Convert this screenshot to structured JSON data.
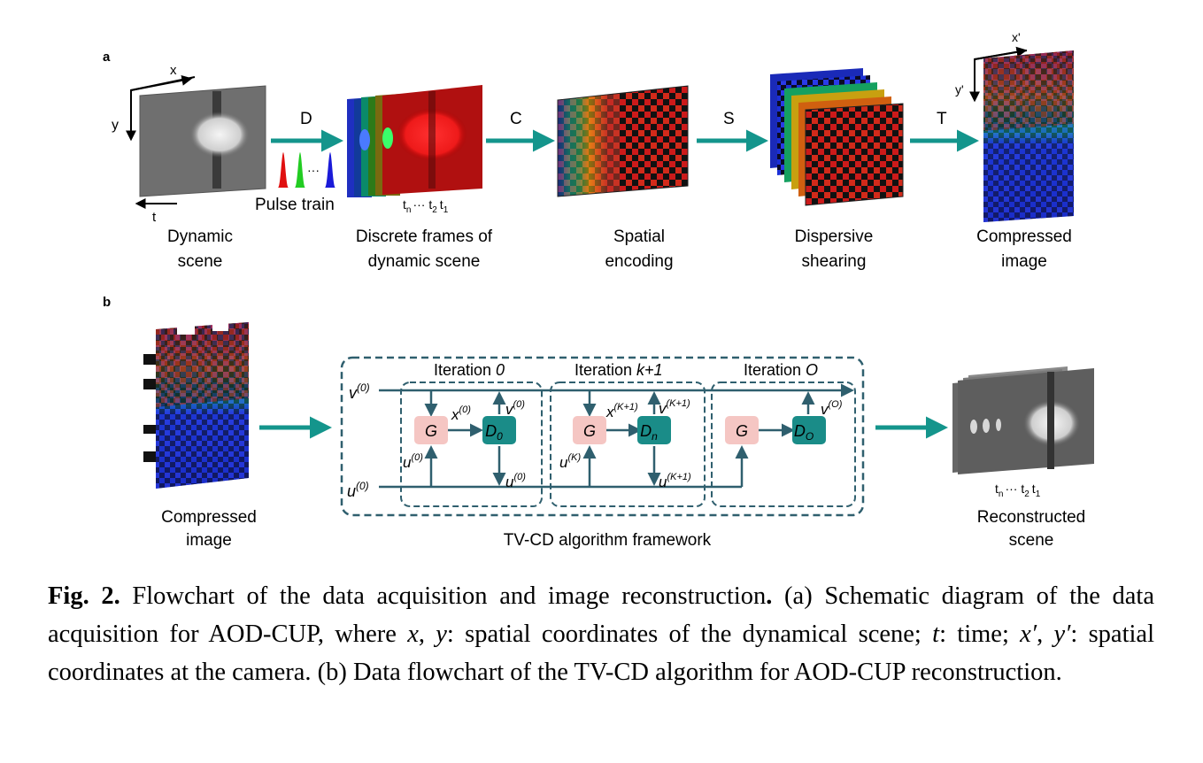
{
  "panel_a": {
    "letter": "a",
    "axes_scene": {
      "x": "x",
      "y": "y",
      "t": "t"
    },
    "axes_camera": {
      "x": "x'",
      "y": "y'"
    },
    "arrows": [
      "D",
      "C",
      "S",
      "T"
    ],
    "pulse_train_label": "Pulse train",
    "ellipsis": "···",
    "time_labels": {
      "tn": "t",
      "tn_sub": "n",
      "dots": "··· ",
      "t2": "t",
      "t2_sub": "2",
      "t1": "t",
      "t1_sub": "1"
    },
    "stages": [
      {
        "line1": "Dynamic",
        "line2": "scene"
      },
      {
        "line1": "Discrete frames of",
        "line2": "dynamic scene"
      },
      {
        "line1": "Spatial",
        "line2": "encoding"
      },
      {
        "line1": "Dispersive",
        "line2": "shearing"
      },
      {
        "line1": "Compressed",
        "line2": "image"
      }
    ]
  },
  "panel_b": {
    "letter": "b",
    "input_label": {
      "line1": "Compressed",
      "line2": "image"
    },
    "output_label": {
      "line1": "Reconstructed",
      "line2": "scene"
    },
    "framework_label": "TV-CD  algorithm framework",
    "iterations": [
      {
        "prefix": "Iteration ",
        "index": "0"
      },
      {
        "prefix": "Iteration ",
        "index": "k+1"
      },
      {
        "prefix": "Iteration ",
        "index": "O"
      }
    ],
    "inputs": {
      "v0": "v",
      "v0_sup": "(0)",
      "u0": "u",
      "u0_sup": "(0)"
    },
    "block_labels": {
      "g": "G",
      "d0": "D",
      "d0_sub": "0",
      "dn": "D",
      "dn_sub": "n",
      "do": "D",
      "do_sub": "O"
    },
    "signals": {
      "x0": "x",
      "x0_sup": "(0)",
      "v0_out": "v",
      "v0_out_sup": "(0)",
      "u0_in": "u",
      "u0_in_sup": "(0)",
      "u0_out": "u",
      "u0_out_sup": "(0)",
      "xk": "x",
      "xk_sup": "(K+1)",
      "vk": "v",
      "vk_sup": "(K+1)",
      "uk_in": "u",
      "uk_in_sup": "(K)",
      "uk_out": "u",
      "uk_out_sup": "(K+1)",
      "vo": "v",
      "vo_sup": "(O)"
    },
    "time_labels": {
      "tn": "t",
      "tn_sub": "n",
      "dots": "··· ",
      "t2": "t",
      "t2_sub": "2",
      "t1": "t",
      "t1_sub": "1"
    }
  },
  "caption": {
    "fig_label": "Fig. 2.",
    "title": " Flowchart of the data acquisition and image reconstruction",
    "title_end": ".",
    "p1": " (a) Schematic diagram of the data acquisition for AOD-CUP, where ",
    "x": "x",
    "comma1": ", ",
    "y": "y",
    "p2": ": spatial coordinates of the dynamical scene; ",
    "t": "t",
    "p3": ": time; ",
    "xp": "x′",
    "comma2": ", ",
    "yp": "y′",
    "p4": ": spatial coordinates at the camera. (b) Data flowchart of the TV-CD algorithm for AOD-CUP reconstruction."
  },
  "colors": {
    "arrow_teal": "#14958c",
    "diagram_blue": "#2f5f6e",
    "g_box": "#f5c6c3",
    "d_box": "#1a8c88"
  }
}
